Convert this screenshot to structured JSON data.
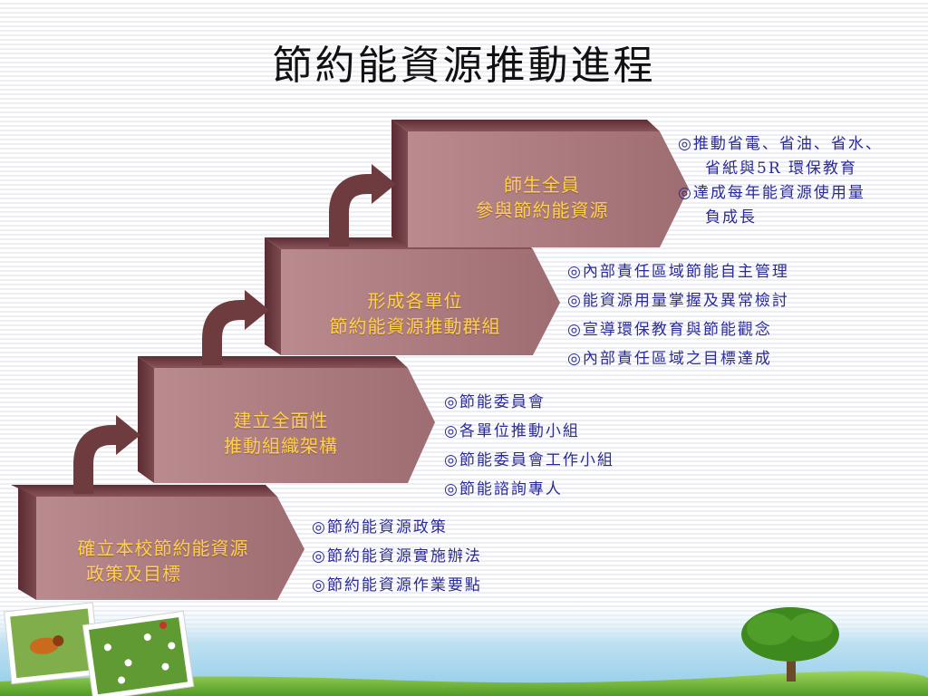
{
  "title": "節約能資源推動進程",
  "steps": [
    {
      "label_lines": [
        "確立本校節約能資源",
        "政策及目標"
      ]
    },
    {
      "label_lines": [
        "建立全面性",
        "推動組織架構"
      ]
    },
    {
      "label_lines": [
        "形成各單位",
        "節約能資源推動群組"
      ]
    },
    {
      "label_lines": [
        "師生全員",
        "參與節約能資源"
      ]
    }
  ],
  "descriptions": [
    [
      "◎節約能資源政策",
      "◎節約能資源實施辦法",
      "◎節約能資源作業要點"
    ],
    [
      "◎節能委員會",
      "◎各單位推動小組",
      "◎節能委員會工作小組",
      "◎節能諮詢專人"
    ],
    [
      "◎內部責任區域節能自主管理",
      "◎能資源用量掌握及異常檢討",
      "◎宣導環保教育與節能觀念",
      "◎內部責任區域之目標達成"
    ],
    [
      "◎推動省電、省油、省水、",
      "省紙與5R 環保教育",
      "◎達成每年能資源使用量",
      "負成長"
    ]
  ],
  "colors": {
    "step_fill": "#a9787c",
    "step_top": "#7e4a50",
    "step_side": "#6b3b42",
    "arrow": "#6e3b3f",
    "label_text": "#ffd24a",
    "desc_text": "#2a2a9a"
  }
}
